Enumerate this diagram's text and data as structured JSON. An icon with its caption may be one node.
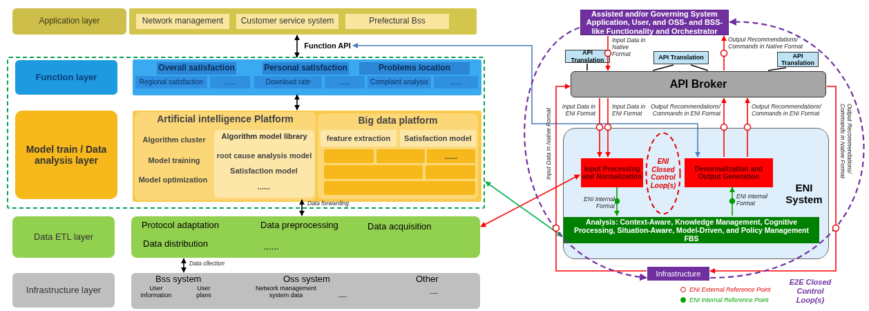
{
  "diagram": {
    "nodes": [
      {
        "text": [
          "Application layer"
        ]
      },
      {
        "text": [],
        "shape": "box"
      },
      {
        "text": [
          "Network management"
        ],
        "in": 1
      },
      {
        "text": [
          "Customer service system"
        ],
        "in": 1
      },
      {
        "text": [
          "Prefectural Bss"
        ],
        "in": 1
      },
      {
        "text": [
          "Function API"
        ]
      },
      {
        "text": [],
        "shape": "box"
      },
      {
        "text": [
          "Function layer"
        ],
        "in": 6
      },
      {
        "text": [],
        "shape": "box",
        "in": 6
      },
      {
        "text": [
          "Overall satisfaction"
        ],
        "in": 8
      },
      {
        "text": [
          "Personal satisfaction"
        ],
        "in": 8
      },
      {
        "text": [
          "Problems location"
        ],
        "in": 8
      },
      {
        "text": [
          "Regional satisfaction"
        ],
        "in": 8
      },
      {
        "text": [
          "......"
        ],
        "in": 8
      },
      {
        "text": [
          "Download rate"
        ],
        "in": 8
      },
      {
        "text": [
          "......"
        ],
        "in": 8
      },
      {
        "text": [
          "Complaint analysis"
        ],
        "in": 8
      },
      {
        "text": [
          "......"
        ],
        "in": 8
      },
      {
        "text": [
          "Model train / Data analysis layer"
        ],
        "in": 6
      },
      {
        "text": [],
        "shape": "box",
        "in": 6
      },
      {
        "text": [
          "Artificial intelligence Platform"
        ],
        "in": 19
      },
      {
        "text": [
          "Algorithm cluster"
        ],
        "in": 20
      },
      {
        "text": [
          "Model training"
        ],
        "in": 20
      },
      {
        "text": [
          "Model optimization"
        ],
        "in": 20
      },
      {
        "text": [
          "Algorithm model library"
        ],
        "in": 20
      },
      {
        "text": [
          "root cause analysis model"
        ],
        "in": 24
      },
      {
        "text": [
          "Satisfaction model"
        ],
        "in": 24
      },
      {
        "text": [
          "......"
        ],
        "in": 24
      },
      {
        "text": [
          "Big data platform"
        ],
        "in": 19
      },
      {
        "text": [
          "feature extraction"
        ],
        "in": 28
      },
      {
        "text": [
          "Satisfaction model"
        ],
        "in": 28
      },
      {
        "text": [],
        "shape": "box",
        "in": 28
      },
      {
        "text": [],
        "shape": "box",
        "in": 28
      },
      {
        "text": [
          "......"
        ],
        "in": 28
      },
      {
        "text": [],
        "shape": "box",
        "in": 28
      },
      {
        "text": [],
        "shape": "box",
        "in": 28
      },
      {
        "text": [],
        "shape": "box",
        "in": 28
      },
      {
        "text": [
          "Data ETL layer"
        ]
      },
      {
        "text": [
          "Protocol adaptation",
          "Data preprocessing",
          "Data acquisition",
          "Data distribution",
          "......"
        ]
      },
      {
        "text": [
          "Infrastructure layer"
        ]
      },
      {
        "text": [
          "Bss system",
          "User information",
          "User plans",
          "Oss system",
          "Network management system data",
          "----",
          "Other",
          "----"
        ]
      },
      {
        "text": [
          "Assisted and/or Governing System Application, User, and OSS- and BSS-like Functionality and Orchestrator"
        ]
      },
      {
        "text": [
          "API Translation"
        ]
      },
      {
        "text": [
          "API Translation"
        ]
      },
      {
        "text": [
          "API Translation"
        ]
      },
      {
        "text": [
          "API Broker"
        ]
      },
      {
        "text": [
          "ENI System"
        ]
      },
      {
        "text": [
          "Input Processing and Normalization"
        ],
        "in": 46
      },
      {
        "text": [
          "ENI Closed Control Loop(s)"
        ],
        "in": 46
      },
      {
        "text": [
          "Denormalization and Output Generation"
        ],
        "in": 46
      },
      {
        "text": [
          "Analysis: Context-Aware, Knowledge Management, Cognitive Processing, Situation-Aware, Model-Driven, and Policy Management FBS"
        ],
        "in": 46
      },
      {
        "text": [
          "Infrastructure"
        ]
      }
    ],
    "edges": [
      {
        "from": 1,
        "to": 8,
        "arrow": "both",
        "color": "#000000"
      },
      {
        "from": 5,
        "to": 49,
        "arrow": "both",
        "color": "#4a7ebb"
      },
      {
        "from": 8,
        "to": 20,
        "arrow": "both",
        "color": "#000000"
      },
      {
        "from": 20,
        "to": 38,
        "arrow": "both",
        "label": "Data forwarding",
        "color": "#000000"
      },
      {
        "from": 38,
        "to": 40,
        "arrow": "both",
        "label": "Data cllection",
        "color": "#000000"
      },
      {
        "from": 38,
        "to": 47,
        "arrow": "both",
        "color": "#ff0000"
      },
      {
        "from": 6,
        "to": 50,
        "arrow": "both",
        "color": "#00b050"
      },
      {
        "from": 41,
        "to": 45,
        "arrow": "to",
        "label": "Input Data in Native Format",
        "color": "#ff0000"
      },
      {
        "from": 45,
        "to": 47,
        "arrow": "to",
        "label": "Input Data in ENI Format",
        "color": "#ff0000"
      },
      {
        "from": 45,
        "to": 47,
        "arrow": "to",
        "label": "Input Data in ENI Format",
        "color": "#ff0000"
      },
      {
        "from": 49,
        "to": 45,
        "arrow": "to",
        "label": "Output Recommendations/ Commands in ENI Format",
        "color": "#ff0000"
      },
      {
        "from": 49,
        "to": 45,
        "arrow": "to",
        "label": "Output Recommendations/ Commands in ENI Format",
        "color": "#ff0000"
      },
      {
        "from": 45,
        "to": 41,
        "arrow": "to",
        "label": "Output Recommendations/ Commands in Native Format",
        "color": "#ff0000"
      },
      {
        "from": 51,
        "to": 45,
        "arrow": "to",
        "label": "Input Data in Native Format",
        "color": "#ff0000"
      },
      {
        "from": 45,
        "to": 51,
        "arrow": "to",
        "label": "Output Recommendations/ Commands in Native Format",
        "color": "#ff0000"
      },
      {
        "from": 47,
        "to": 50,
        "arrow": "to",
        "label": "ENI Internal Format",
        "color": "#00a000"
      },
      {
        "from": 50,
        "to": 49,
        "arrow": "to",
        "label": "ENI Internal Format",
        "color": "#00a000"
      },
      {
        "from": 42,
        "to": 45,
        "arrow": "none",
        "color": "#000000"
      },
      {
        "from": 43,
        "to": 45,
        "arrow": "none",
        "color": "#000000"
      },
      {
        "from": 43,
        "to": 45,
        "arrow": "none",
        "color": "#000000"
      },
      {
        "from": 44,
        "to": 45,
        "arrow": "none",
        "color": "#000000"
      },
      {
        "from": 41,
        "to": 51,
        "arrow": "to",
        "style": "dashed",
        "color": "#7030a0"
      },
      {
        "from": 51,
        "to": 41,
        "arrow": "to",
        "style": "dashed",
        "color": "#7030a0"
      }
    ],
    "labels": [
      "E2E Closed Control Loop(s)"
    ],
    "legend": [
      {
        "text": "ENI External Reference Point"
      },
      {
        "text": "ENI Internal Reference Point"
      }
    ]
  }
}
